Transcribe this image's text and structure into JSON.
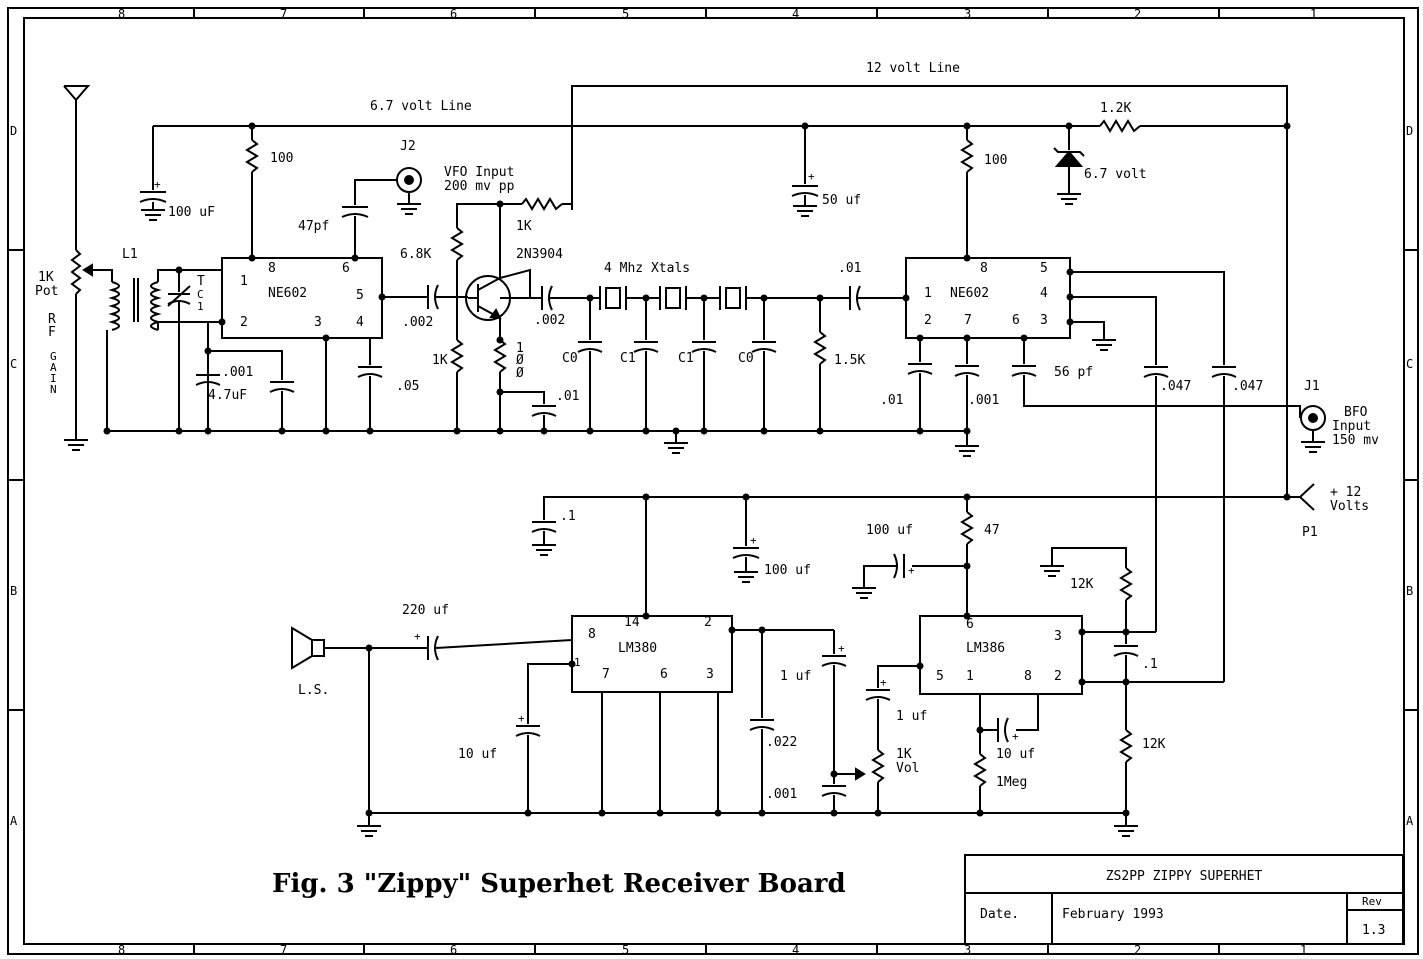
{
  "title_block": {
    "title": "ZS2PP ZIPPY SUPERHET",
    "date_label": "Date.",
    "date_value": "February 1993",
    "rev_label": "Rev",
    "rev_value": "1.3"
  },
  "figure_caption": "Fig. 3 \"Zippy\" Superhet Receiver Board",
  "rails": {
    "line_12v": "12 volt Line",
    "line_6v7": "6.7 volt Line"
  },
  "border": {
    "columns": [
      "8",
      "7",
      "6",
      "5",
      "4",
      "3",
      "2",
      "1"
    ],
    "rows": [
      "D",
      "C",
      "B",
      "A"
    ]
  },
  "chips": {
    "mixer1": {
      "name": "NE602",
      "pins": [
        "1",
        "2",
        "3",
        "4",
        "5",
        "6",
        "8"
      ]
    },
    "mixer2": {
      "name": "NE602",
      "pins": [
        "1",
        "2",
        "3",
        "4",
        "5",
        "6",
        "7",
        "8"
      ]
    },
    "amp1": {
      "name": "LM380",
      "pins": [
        "14",
        "2",
        "8",
        "1",
        "7",
        "6",
        "3"
      ]
    },
    "amp2": {
      "name": "LM386",
      "pins": [
        "6",
        "3",
        "5",
        "1",
        "8",
        "2"
      ]
    }
  },
  "labels": {
    "ant_pot": [
      "1K",
      "Pot"
    ],
    "rf_gain": [
      "R",
      "F",
      "",
      "G",
      "A",
      "I",
      "N"
    ],
    "l1": "L1",
    "tc": [
      "T",
      "C",
      "1"
    ],
    "c100uf": "100 uF",
    "r100a": "100",
    "c47pf": "47pf",
    "j2": "J2",
    "vfo": [
      "VFO Input",
      "200 mv pp"
    ],
    "r6k8": "6.8K",
    "r1k_top": "1K",
    "q1": "2N3904",
    "xtals": "4 Mhz Xtals",
    "c_002a": ".002",
    "c_002b": ".002",
    "r1k_bot": "1K",
    "r10": [
      "1",
      "Ø",
      "Ø"
    ],
    "c_01a": ".01",
    "c0a": "C0",
    "c1a": "C1",
    "c1b": "C1",
    "c0b": "C0",
    "c_001a": ".001",
    "c4u7": "4.7uF",
    "c_05": ".05",
    "c50uf": "50 uf",
    "c_01b": ".01",
    "r1k5": "1.5K",
    "r100b": "100",
    "zener": "6.7 volt",
    "r1k2": "1.2K",
    "c_01c": ".01",
    "c_001b": ".001",
    "c56pf": "56 pf",
    "c_047a": ".047",
    "c_047b": ".047",
    "j1": "J1",
    "bfo": [
      "BFO",
      "Input",
      "150 mv"
    ],
    "p1": "P1",
    "plus12": [
      "+ 12",
      "Volts"
    ],
    "c_1a": ".1",
    "c100uf_b": "100 uf",
    "c100uf_c": "100 uf",
    "r47": "47",
    "r12ka": "12K",
    "c_1b": ".1",
    "c220uf": "220 uf",
    "ls": "L.S.",
    "c10uf_a": "10 uf",
    "c1uf_a": "1 uf",
    "c_022": ".022",
    "c_001c": ".001",
    "c1uf_b": "1 uf",
    "vol": [
      "1K",
      "Vol"
    ],
    "c10uf_b": "10 uf",
    "r1meg": "1Meg",
    "r12kb": "12K"
  }
}
